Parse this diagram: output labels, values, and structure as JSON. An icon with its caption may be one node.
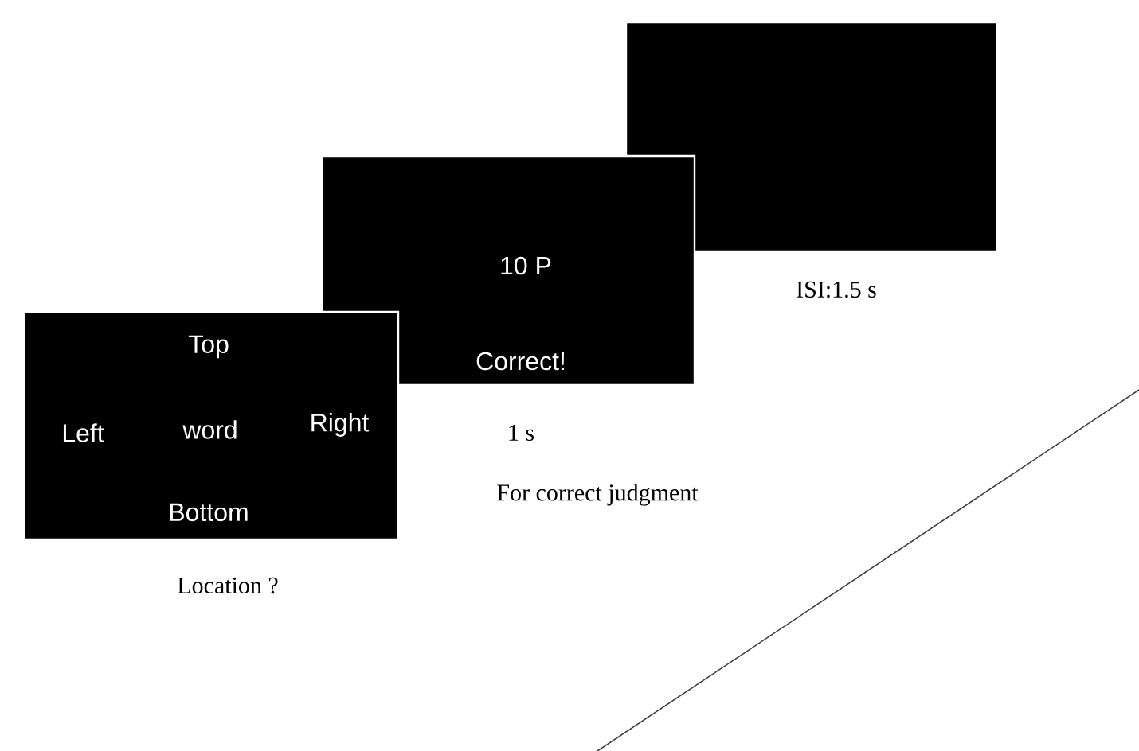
{
  "diagram": {
    "nodes": [
      {
        "text": [
          "Top",
          "Left",
          "word",
          "Right",
          "Bottom"
        ],
        "beside": [
          "Location ?"
        ]
      },
      {
        "text": [
          "10 P",
          "Correct!"
        ],
        "beside": [
          "1 s",
          "For correct judgment"
        ]
      },
      {
        "text": [],
        "shape": "box",
        "beside": [
          "ISI:1.5 s"
        ]
      }
    ]
  }
}
